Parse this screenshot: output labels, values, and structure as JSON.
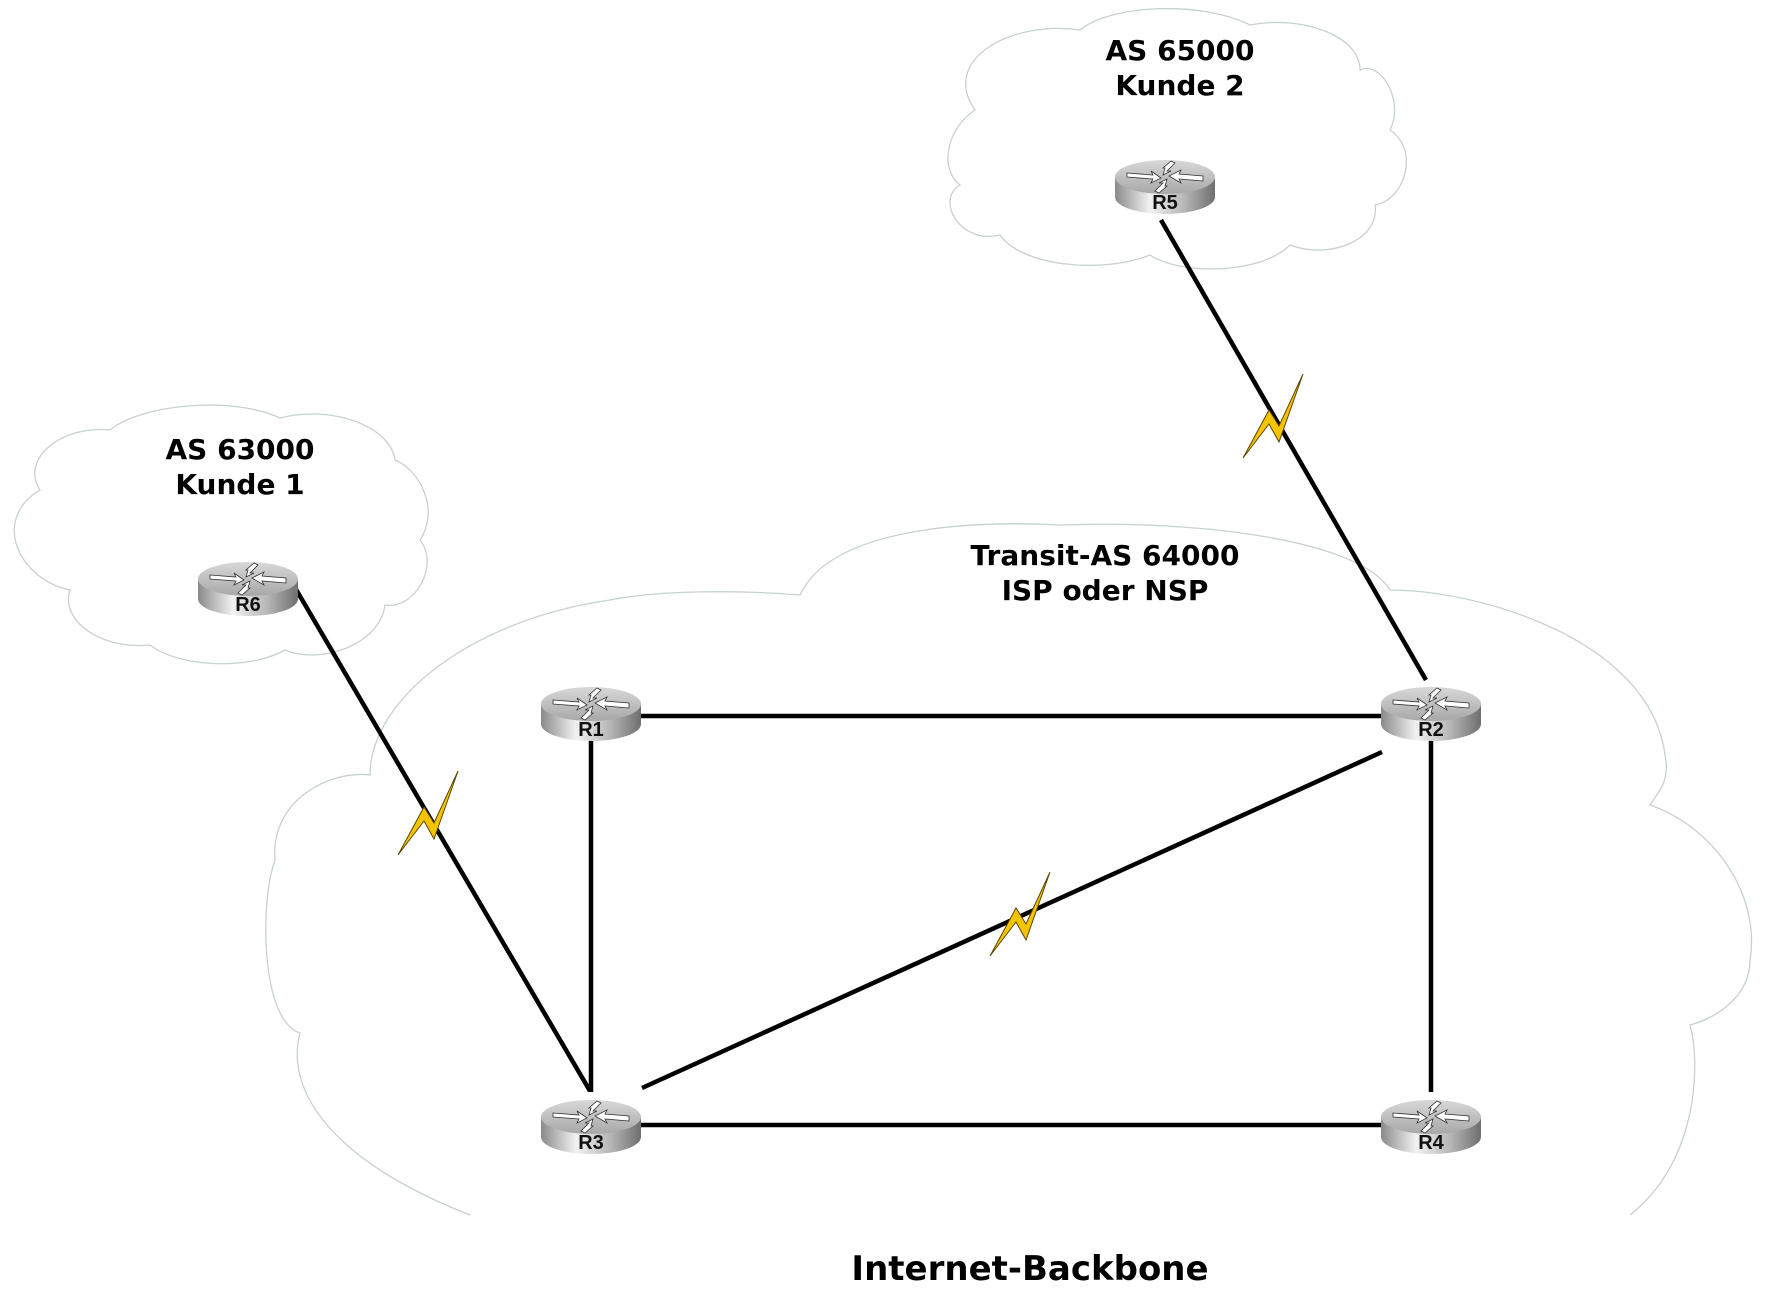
{
  "title": "Internet-Backbone",
  "clouds": [
    {
      "id": "as65000",
      "line1": "AS 65000",
      "line2": "Kunde 2"
    },
    {
      "id": "as63000",
      "line1": "AS 63000",
      "line2": "Kunde 1"
    },
    {
      "id": "as64000",
      "line1": "Transit-AS 64000",
      "line2": "ISP oder NSP"
    }
  ],
  "routers": [
    {
      "id": "R1",
      "label": "R1"
    },
    {
      "id": "R2",
      "label": "R2"
    },
    {
      "id": "R3",
      "label": "R3"
    },
    {
      "id": "R4",
      "label": "R4"
    },
    {
      "id": "R5",
      "label": "R5"
    },
    {
      "id": "R6",
      "label": "R6"
    }
  ],
  "links": [
    {
      "from": "R1",
      "to": "R2",
      "type": "ethernet"
    },
    {
      "from": "R1",
      "to": "R3",
      "type": "ethernet"
    },
    {
      "from": "R2",
      "to": "R4",
      "type": "ethernet"
    },
    {
      "from": "R3",
      "to": "R4",
      "type": "ethernet"
    },
    {
      "from": "R3",
      "to": "R2",
      "type": "serial"
    },
    {
      "from": "R5",
      "to": "R2",
      "type": "serial"
    },
    {
      "from": "R6",
      "to": "R3",
      "type": "serial"
    }
  ],
  "colors": {
    "line": "#000000",
    "serial_bolt": "#f5c400",
    "cloud_outline": "#c8d0d0"
  }
}
